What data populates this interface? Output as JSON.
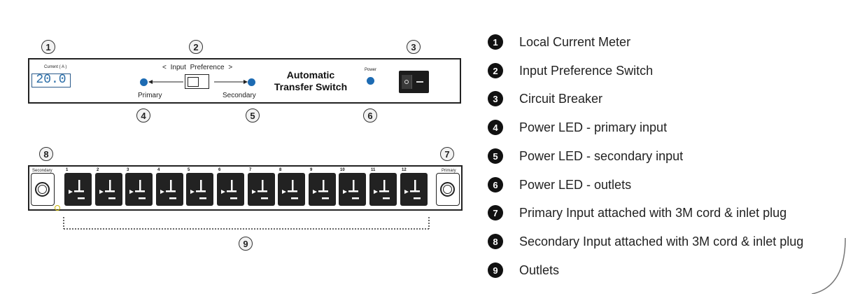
{
  "callouts": [
    "1",
    "2",
    "3",
    "4",
    "5",
    "6",
    "7",
    "8",
    "9"
  ],
  "front_panel": {
    "meter_label": "Current ( A )",
    "meter_value": "20.0",
    "input_pref_label": "< Input Preference >",
    "primary_label": "Primary",
    "secondary_label": "Secondary",
    "title_line1": "Automatic",
    "title_line2": "Transfer Switch",
    "power_label": "Power"
  },
  "rear_panel": {
    "secondary_label": "Secondary",
    "primary_label": "Primary",
    "outlet_numbers": [
      "1",
      "2",
      "3",
      "4",
      "5",
      "6",
      "7",
      "8",
      "9",
      "10",
      "11",
      "12"
    ]
  },
  "legend": [
    {
      "num": "1",
      "text": "Local Current Meter"
    },
    {
      "num": "2",
      "text": "Input Preference Switch"
    },
    {
      "num": "3",
      "text": "Circuit Breaker"
    },
    {
      "num": "4",
      "text": "Power LED - primary input"
    },
    {
      "num": "5",
      "text": "Power LED - secondary input"
    },
    {
      "num": "6",
      "text": "Power LED - outlets"
    },
    {
      "num": "7",
      "text": "Primary Input attached with 3M cord & inlet plug"
    },
    {
      "num": "8",
      "text": "Secondary Input attached with 3M cord & inlet plug"
    },
    {
      "num": "9",
      "text": "Outlets"
    }
  ],
  "colors": {
    "led": "#1d6bb3",
    "outlet": "#222222",
    "meter": "#2b6ea8"
  }
}
